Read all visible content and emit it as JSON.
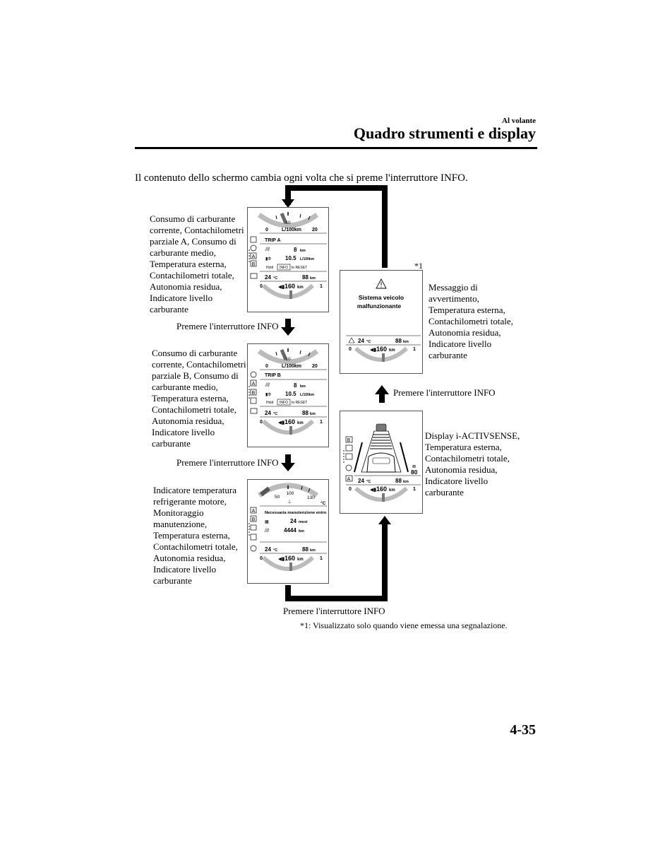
{
  "header": {
    "section": "Al volante",
    "title": "Quadro strumenti e display"
  },
  "intro": "Il contenuto dello schermo cambia ogni volta che si preme l'interruttore INFO.",
  "press_label": "Premere l'interruttore INFO",
  "footnote_marker": "*1",
  "footnote": "*1: Visualizzato solo quando viene emessa una segnalazione.",
  "page_number": "4-35",
  "descriptions": {
    "trip_a": [
      "Consumo di carburante",
      "corrente, Contachilometri",
      "parziale A, Consumo di",
      "carburante medio,",
      "Temperatura esterna,",
      "Contachilometri totale,",
      "Autonomia residua,",
      "Indicatore livello",
      "carburante"
    ],
    "trip_b": [
      "Consumo di carburante",
      "corrente, Contachilometri",
      "parziale B, Consumo di",
      "carburante medio,",
      "Temperatura esterna,",
      "Contachilometri totale,",
      "Autonomia residua,",
      "Indicatore livello",
      "carburante"
    ],
    "coolant": [
      "Indicatore temperatura",
      "refrigerante motore,",
      "Monitoraggio",
      "manutenzione,",
      "Temperatura esterna,",
      "Contachilometri totale,",
      "Autonomia residua,",
      "Indicatore livello",
      "carburante"
    ],
    "warning": [
      "Messaggio di",
      "avvertimento,",
      "Temperatura esterna,",
      "Contachilometri totale,",
      "Autonomia residua,",
      "Indicatore livello",
      "carburante"
    ],
    "activsense": [
      "Display i-ACTIVSENSE,",
      "Temperatura esterna,",
      "Contachilometri totale,",
      "Autonomia residua,",
      "Indicatore livello",
      "carburante"
    ]
  },
  "screens": {
    "common": {
      "temp": "24",
      "temp_unit": "°C",
      "odo": "88",
      "odo_unit": "km",
      "range": "160",
      "range_unit": "km",
      "fuel_min": "0",
      "fuel_max": "1"
    },
    "trip_a": {
      "gauge_min": "0",
      "gauge_mid": "10",
      "gauge_max": "20",
      "gauge_unit": "L/100km",
      "trip_label": "TRIP A",
      "trip_value": "8",
      "trip_unit": "km",
      "avg_value": "10.5",
      "avg_unit": "L/100km",
      "hold_prefix": "Hold",
      "hold_key": "INFO",
      "hold_suffix": "to RESET",
      "side_top": "A",
      "side_bottom": "B"
    },
    "trip_b": {
      "gauge_min": "0",
      "gauge_mid": "10",
      "gauge_max": "20",
      "gauge_unit": "L/100km",
      "trip_label": "TRIP B",
      "trip_value": "8",
      "trip_unit": "km",
      "avg_value": "10.5",
      "avg_unit": "L/100km",
      "hold_prefix": "Hold",
      "hold_key": "INFO",
      "hold_suffix": "to RESET",
      "side_top": "A",
      "side_bottom": "B"
    },
    "coolant": {
      "gauge_low": "50",
      "gauge_mid": "100",
      "gauge_high": "130",
      "gauge_unit": "°C",
      "maint_title": "Necessaria manutenzione entro",
      "months_value": "24",
      "months_unit": "mesi",
      "km_value": "4444",
      "km_unit": "km",
      "side_top": "A",
      "side_bottom": "B"
    },
    "warning": {
      "message_line1": "Sistema veicolo",
      "message_line2": "malfunzionante"
    },
    "activsense": {
      "side_top": "B",
      "side_bottom": "A",
      "speed": "80"
    }
  },
  "icons": [
    "warning-triangle-icon",
    "fuel-pump-icon",
    "car-icon",
    "trip-icon",
    "up-arrow-icon",
    "down-arrow-icon"
  ]
}
